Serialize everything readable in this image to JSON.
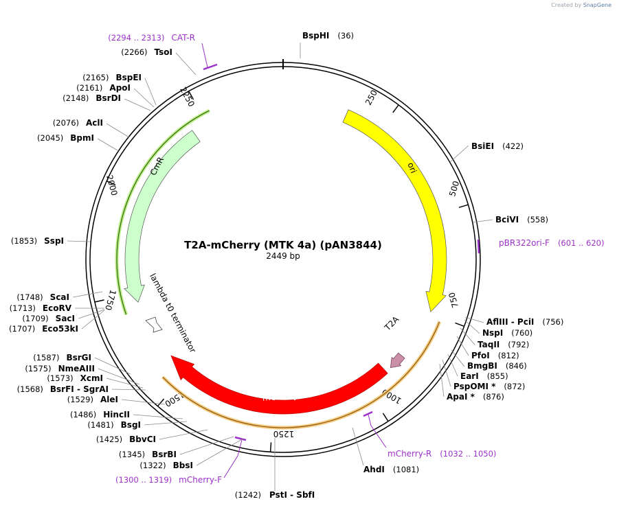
{
  "credit": {
    "prefix": "Created by",
    "brand": "SnapGene"
  },
  "plasmid": {
    "name": "T2A-mCherry (MTK 4a) (pAN3844)",
    "length_label": "2449 bp",
    "length": 2449
  },
  "ticks": [
    "250",
    "500",
    "750",
    "1000",
    "1250",
    "1500",
    "1750",
    "2000",
    "2250"
  ],
  "colors": {
    "ori": "#ffff00",
    "cmr": "#ccffcc",
    "mcherry": "#ff0000",
    "t2a": "#cc8fa8",
    "primer": "#9b30c8",
    "highlight": "#f5c46e"
  },
  "features": {
    "ori": "ori",
    "cmr": "CmR",
    "mcherry": "mCherry",
    "t2a": "T2A",
    "terminator": "lambda t0 terminator"
  },
  "sites": [
    {
      "name": "BspHI",
      "pos": "(36)"
    },
    {
      "name": "BsiEI",
      "pos": "(422)"
    },
    {
      "name": "BciVI",
      "pos": "(558)"
    },
    {
      "name": "AflIII - PciI",
      "pos": "(756)"
    },
    {
      "name": "NspI",
      "pos": "(760)"
    },
    {
      "name": "TaqII",
      "pos": "(792)"
    },
    {
      "name": "PfoI",
      "pos": "(812)"
    },
    {
      "name": "BmgBI",
      "pos": "(846)"
    },
    {
      "name": "EarI",
      "pos": "(855)"
    },
    {
      "name": "PspOMI *",
      "pos": "(872)"
    },
    {
      "name": "ApaI *",
      "pos": "(876)"
    },
    {
      "name": "AhdI",
      "pos": "(1081)"
    },
    {
      "name": "PstI - SbfI",
      "pos": "(1242)"
    },
    {
      "name": "BbsI",
      "pos": "(1322)"
    },
    {
      "name": "BsrBI",
      "pos": "(1345)"
    },
    {
      "name": "BbvCI",
      "pos": "(1425)"
    },
    {
      "name": "BsgI",
      "pos": "(1481)"
    },
    {
      "name": "HincII",
      "pos": "(1486)"
    },
    {
      "name": "AleI",
      "pos": "(1529)"
    },
    {
      "name": "BsrFI - SgrAI",
      "pos": "(1568)"
    },
    {
      "name": "XcmI",
      "pos": "(1573)"
    },
    {
      "name": "NmeAIII",
      "pos": "(1575)"
    },
    {
      "name": "BsrGI",
      "pos": "(1587)"
    },
    {
      "name": "Eco53kI",
      "pos": "(1707)"
    },
    {
      "name": "SacI",
      "pos": "(1709)"
    },
    {
      "name": "EcoRV",
      "pos": "(1713)"
    },
    {
      "name": "ScaI",
      "pos": "(1748)"
    },
    {
      "name": "SspI",
      "pos": "(1853)"
    },
    {
      "name": "BpmI",
      "pos": "(2045)"
    },
    {
      "name": "AclI",
      "pos": "(2076)"
    },
    {
      "name": "BsrDI",
      "pos": "(2148)"
    },
    {
      "name": "ApoI",
      "pos": "(2161)"
    },
    {
      "name": "BspEI",
      "pos": "(2165)"
    },
    {
      "name": "TsoI",
      "pos": "(2266)"
    }
  ],
  "primers": [
    {
      "name": "CAT-R",
      "range": "(2294 .. 2313)"
    },
    {
      "name": "pBR322ori-F",
      "range": "(601 .. 620)"
    },
    {
      "name": "mCherry-R",
      "range": "(1032 .. 1050)"
    },
    {
      "name": "mCherry-F",
      "range": "(1300 .. 1319)"
    }
  ]
}
